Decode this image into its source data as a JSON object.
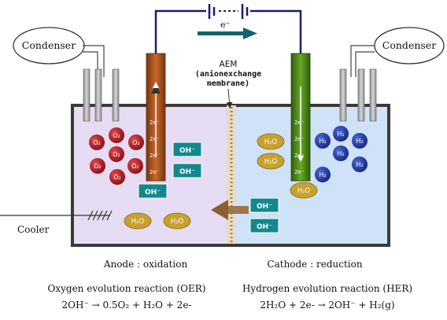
{
  "labels": {
    "condenser_left": "Condenser",
    "condenser_right": "Condenser",
    "electron": "e⁻",
    "aem_title": "AEM",
    "aem_line2": "(anionexchange",
    "aem_line3": "membrane)",
    "cooler": "Cooler"
  },
  "anode": {
    "o2": "O₂",
    "electron_marks": [
      "2e⁻",
      "2e⁻",
      "2e⁻",
      "2e⁻"
    ],
    "oh_boxes": [
      "OH⁻",
      "OH⁻",
      "OH⁻"
    ],
    "h2o": "H₂O"
  },
  "cathode": {
    "h2": "H₂",
    "electron_marks": [
      "2e⁻",
      "2e⁻",
      "2e⁻",
      "2e⁻"
    ],
    "h2o": "H₂O",
    "oh_boxes": [
      "OH⁻",
      "OH⁻"
    ]
  },
  "captions": {
    "anode_title": "Anode : oxidation",
    "cathode_title": "Cathode : reduction",
    "oer_title": "Oxygen evolution reaction (OER)",
    "oer_eq": "2OH⁻ → 0.5O₂ + H₂O + 2e-",
    "her_title": "Hydrogen evolution reaction (HER)",
    "her_eq": "2H₂O + 2e- → 2OH⁻ + H₂(g)"
  },
  "colors": {
    "anode_bath": "#e6dcf3",
    "cathode_bath": "#cfe2f7",
    "anode_electrode": "#b4571c",
    "cathode_electrode": "#4e8a1c",
    "o2_molecule": "#b51e24",
    "h2_molecule": "#1e3da8",
    "h2o_molecule": "#c9a22c",
    "oh_box": "#13888c"
  }
}
